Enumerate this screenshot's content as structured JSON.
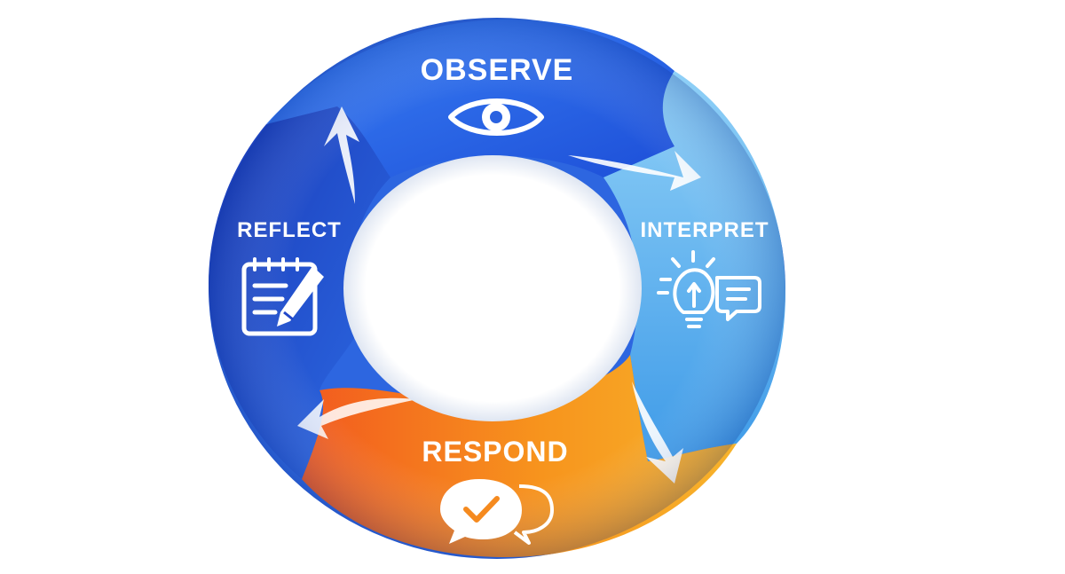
{
  "diagram": {
    "type": "cycle",
    "stages": [
      {
        "label": "OBSERVE",
        "icon": "eye-icon",
        "color": "#2f6fe6"
      },
      {
        "label": "INTERPRET",
        "icon": "lightbulb-chat-icon",
        "color": "#5fb4f0"
      },
      {
        "label": "RESPOND",
        "icon": "check-chat-icon",
        "color": "#f7941d"
      },
      {
        "label": "REFLECT",
        "icon": "notepad-pencil-icon",
        "color": "#2147c9"
      }
    ]
  }
}
